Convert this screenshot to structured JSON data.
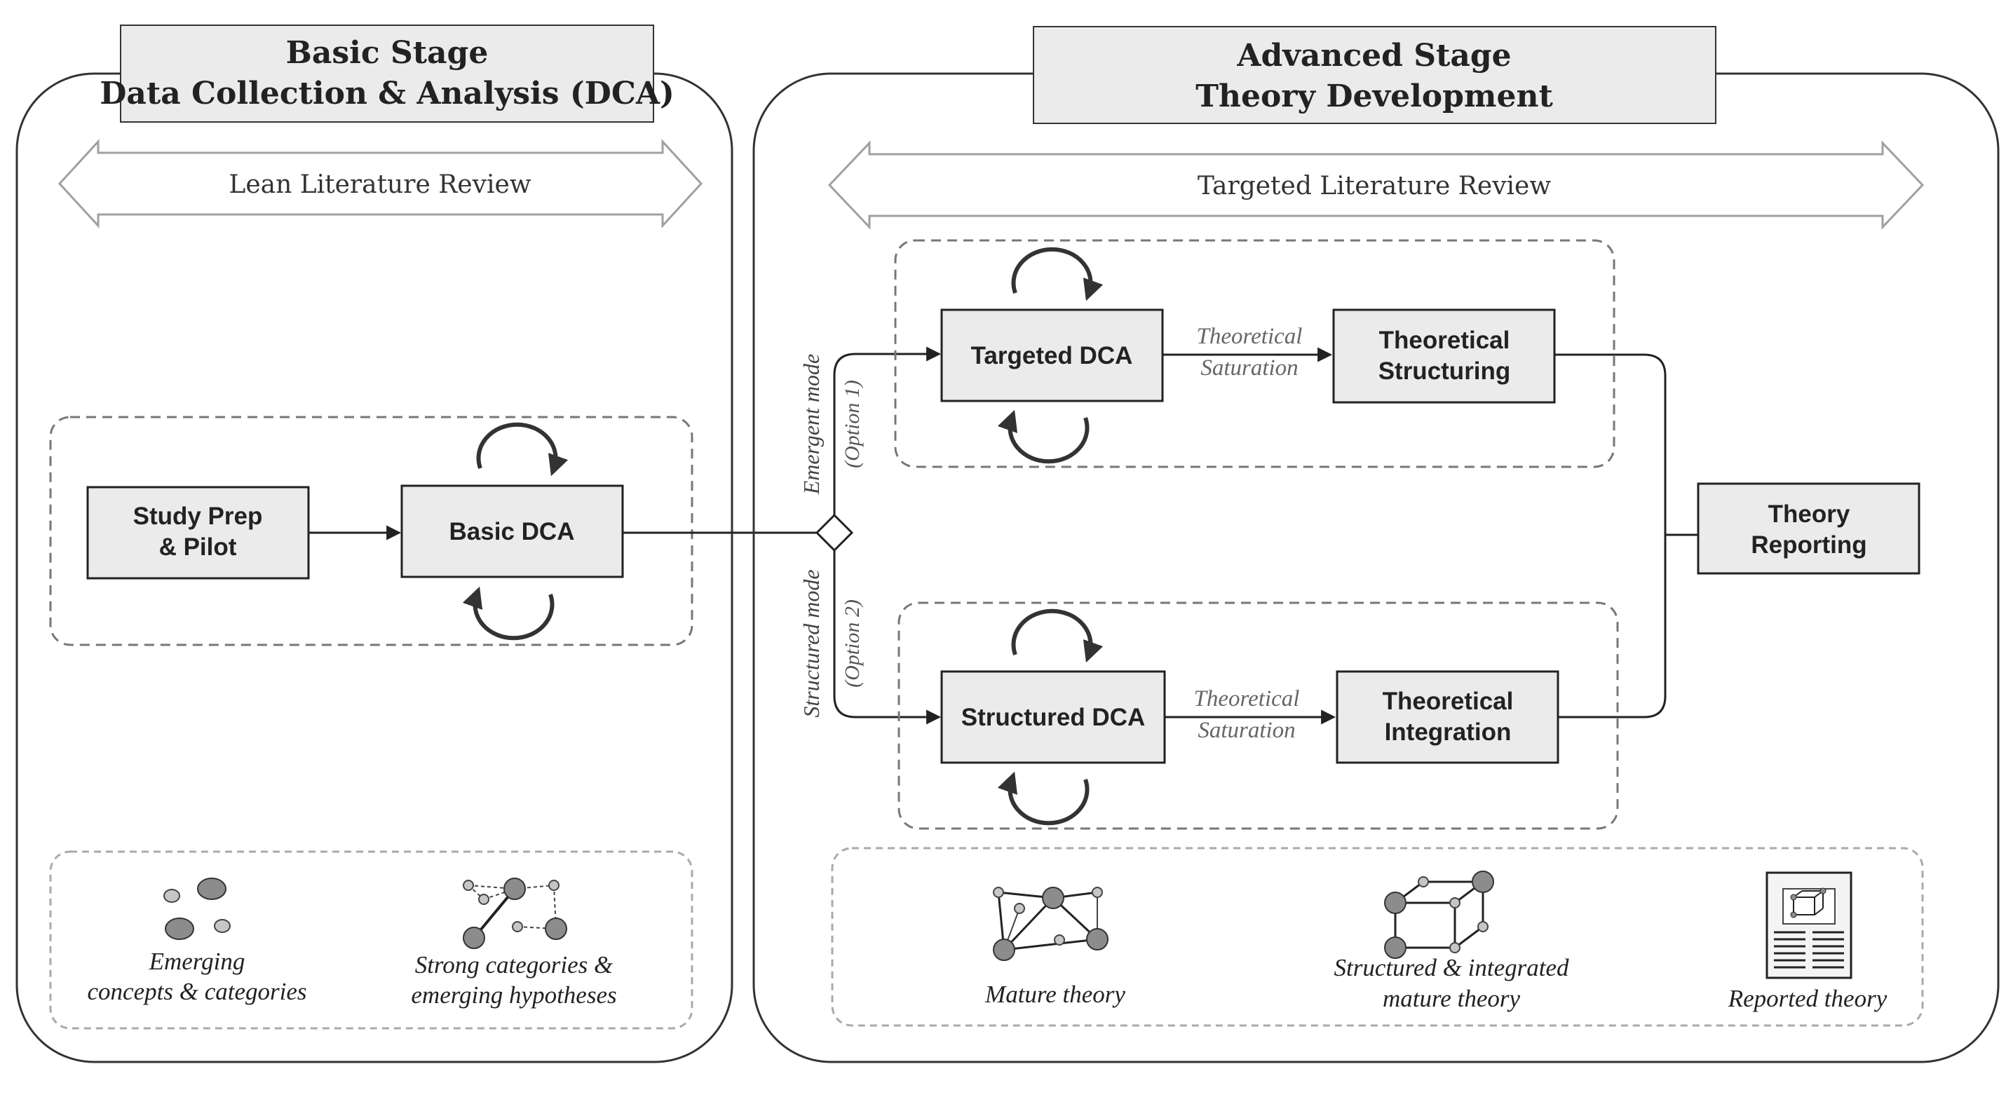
{
  "basic_stage": {
    "title_line1": "Basic Stage",
    "title_line2": "Data Collection & Analysis (DCA)",
    "literature_review": "Lean Literature Review",
    "study_prep_line1": "Study Prep",
    "study_prep_line2": "& Pilot",
    "basic_dca": "Basic DCA",
    "legend": {
      "emerging_line1": "Emerging",
      "emerging_line2": "concepts & categories",
      "strong_line1": "Strong categories &",
      "strong_line2": "emerging hypotheses"
    }
  },
  "advanced_stage": {
    "title_line1": "Advanced Stage",
    "title_line2": "Theory Development",
    "literature_review": "Targeted Literature Review",
    "emergent_mode": "Emergent mode",
    "option1": "(Option 1)",
    "structured_mode": "Structured mode",
    "option2": "(Option 2)",
    "targeted_dca": "Targeted DCA",
    "structured_dca": "Structured DCA",
    "saturation_line1": "Theoretical",
    "saturation_line2": "Saturation",
    "theoretical_structuring_line1": "Theoretical",
    "theoretical_structuring_line2": "Structuring",
    "theoretical_integration_line1": "Theoretical",
    "theoretical_integration_line2": "Integration",
    "theory_reporting_line1": "Theory",
    "theory_reporting_line2": "Reporting",
    "legend": {
      "mature": "Mature theory",
      "structured_line1": "Structured & integrated",
      "structured_line2": "mature theory",
      "reported": "Reported theory"
    }
  },
  "colors": {
    "box_fill": "#ebebeb",
    "stroke": "#222222",
    "dashed": "#777777",
    "arrow_outline": "#9a9a9a",
    "node_fill": "#8c8c8c",
    "small_node_fill": "#c6c6c6"
  }
}
